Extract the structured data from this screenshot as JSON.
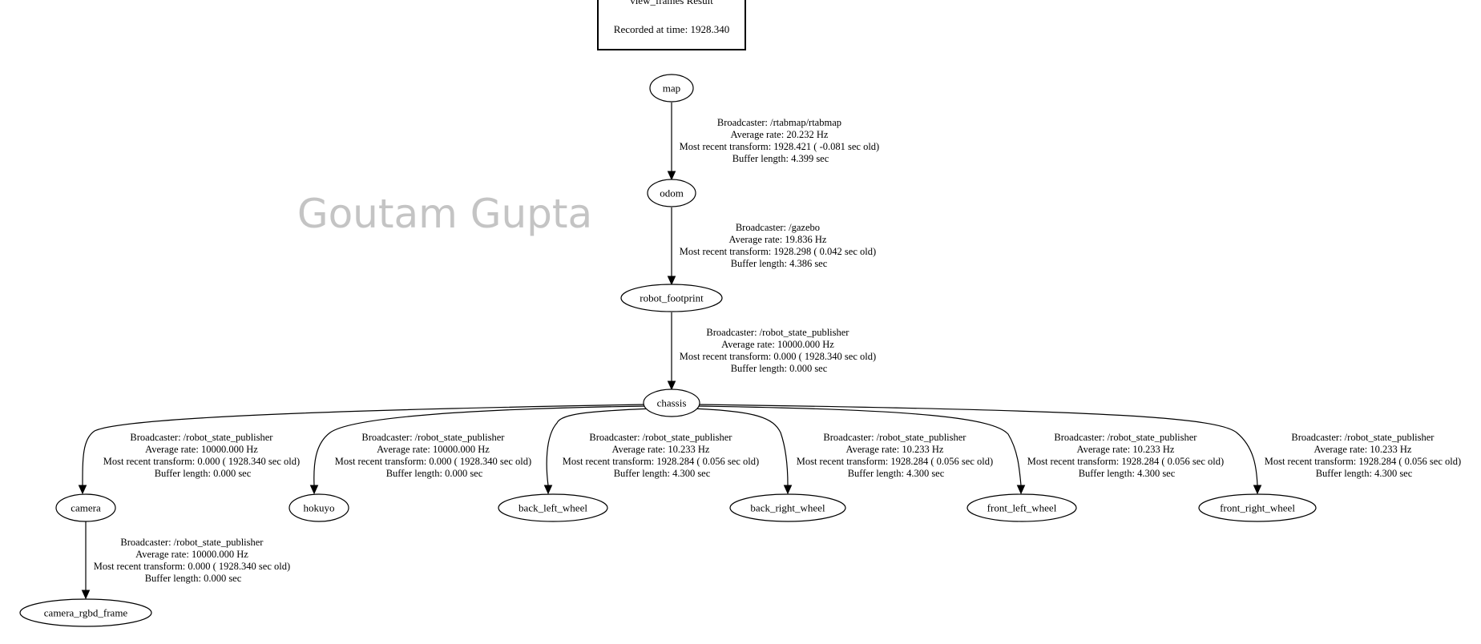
{
  "header_box": {
    "title": "view_frames Result",
    "recorded": "Recorded at time: 1928.340"
  },
  "watermark": "Goutam Gupta",
  "nodes": [
    {
      "id": "map",
      "label": "map"
    },
    {
      "id": "odom",
      "label": "odom"
    },
    {
      "id": "robot_footprint",
      "label": "robot_footprint"
    },
    {
      "id": "chassis",
      "label": "chassis"
    },
    {
      "id": "camera",
      "label": "camera"
    },
    {
      "id": "hokuyo",
      "label": "hokuyo"
    },
    {
      "id": "back_left_wheel",
      "label": "back_left_wheel"
    },
    {
      "id": "back_right_wheel",
      "label": "back_right_wheel"
    },
    {
      "id": "front_left_wheel",
      "label": "front_left_wheel"
    },
    {
      "id": "front_right_wheel",
      "label": "front_right_wheel"
    },
    {
      "id": "camera_rgbd_frame",
      "label": "camera_rgbd_frame"
    }
  ],
  "edges": [
    {
      "from": "map",
      "to": "odom",
      "lines": [
        "Broadcaster: /rtabmap/rtabmap",
        "Average rate: 20.232 Hz",
        "Most recent transform: 1928.421 ( -0.081 sec old)",
        "Buffer length: 4.399 sec"
      ]
    },
    {
      "from": "odom",
      "to": "robot_footprint",
      "lines": [
        "Broadcaster: /gazebo",
        "Average rate: 19.836 Hz",
        "Most recent transform: 1928.298 ( 0.042 sec old)",
        "Buffer length: 4.386 sec"
      ]
    },
    {
      "from": "robot_footprint",
      "to": "chassis",
      "lines": [
        "Broadcaster: /robot_state_publisher",
        "Average rate: 10000.000 Hz",
        "Most recent transform: 0.000 ( 1928.340 sec old)",
        "Buffer length: 0.000 sec"
      ]
    },
    {
      "from": "chassis",
      "to": "camera",
      "lines": [
        "Broadcaster: /robot_state_publisher",
        "Average rate: 10000.000 Hz",
        "Most recent transform: 0.000 ( 1928.340 sec old)",
        "Buffer length: 0.000 sec"
      ]
    },
    {
      "from": "chassis",
      "to": "hokuyo",
      "lines": [
        "Broadcaster: /robot_state_publisher",
        "Average rate: 10000.000 Hz",
        "Most recent transform: 0.000 ( 1928.340 sec old)",
        "Buffer length: 0.000 sec"
      ]
    },
    {
      "from": "chassis",
      "to": "back_left_wheel",
      "lines": [
        "Broadcaster: /robot_state_publisher",
        "Average rate: 10.233 Hz",
        "Most recent transform: 1928.284 ( 0.056 sec old)",
        "Buffer length: 4.300 sec"
      ]
    },
    {
      "from": "chassis",
      "to": "back_right_wheel",
      "lines": [
        "Broadcaster: /robot_state_publisher",
        "Average rate: 10.233 Hz",
        "Most recent transform: 1928.284 ( 0.056 sec old)",
        "Buffer length: 4.300 sec"
      ]
    },
    {
      "from": "chassis",
      "to": "front_left_wheel",
      "lines": [
        "Broadcaster: /robot_state_publisher",
        "Average rate: 10.233 Hz",
        "Most recent transform: 1928.284 ( 0.056 sec old)",
        "Buffer length: 4.300 sec"
      ]
    },
    {
      "from": "chassis",
      "to": "front_right_wheel",
      "lines": [
        "Broadcaster: /robot_state_publisher",
        "Average rate: 10.233 Hz",
        "Most recent transform: 1928.284 ( 0.056 sec old)",
        "Buffer length: 4.300 sec"
      ]
    },
    {
      "from": "camera",
      "to": "camera_rgbd_frame",
      "lines": [
        "Broadcaster: /robot_state_publisher",
        "Average rate: 10000.000 Hz",
        "Most recent transform: 0.000 ( 1928.340 sec old)",
        "Buffer length: 0.000 sec"
      ]
    }
  ]
}
